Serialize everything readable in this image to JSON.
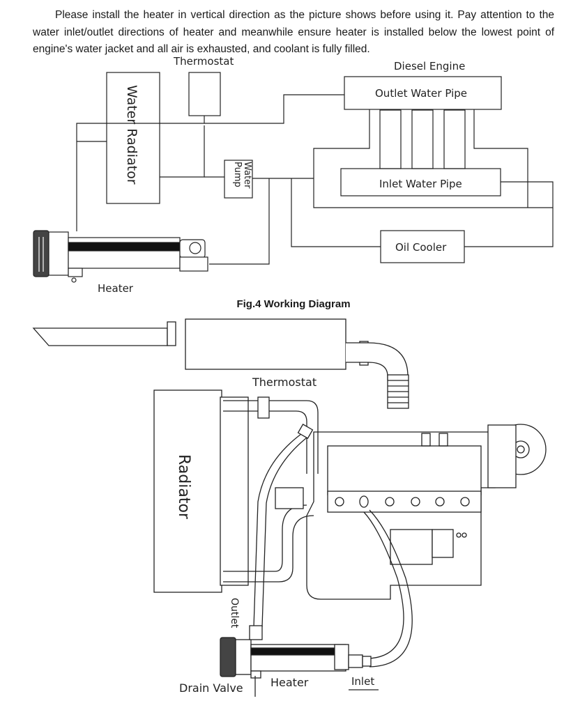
{
  "intro_text": "Please install the heater in vertical direction as the picture shows before using it. Pay attention to the water inlet/outlet directions of heater and meanwhile ensure heater is installed below the lowest point of engine's water jacket and all air is exhausted, and coolant is fully filled.",
  "working_diagram": {
    "thermostat": "Thermostat",
    "diesel_engine": "Diesel Engine",
    "water_radiator": "Water Radiator",
    "outlet_water_pipe": "Outlet Water Pipe",
    "inlet_water_pipe": "Inlet Water Pipe",
    "water_pump": "Water Pump",
    "oil_cooler": "Oil Cooler",
    "heater": "Heater"
  },
  "figure_caption": "Fig.4 Working Diagram",
  "installation_diagram": {
    "thermostat": "Thermostat",
    "radiator": "Radiator",
    "outlet": "Outlet",
    "heater": "Heater",
    "inlet": "Inlet",
    "drain_valve": "Drain Valve"
  }
}
